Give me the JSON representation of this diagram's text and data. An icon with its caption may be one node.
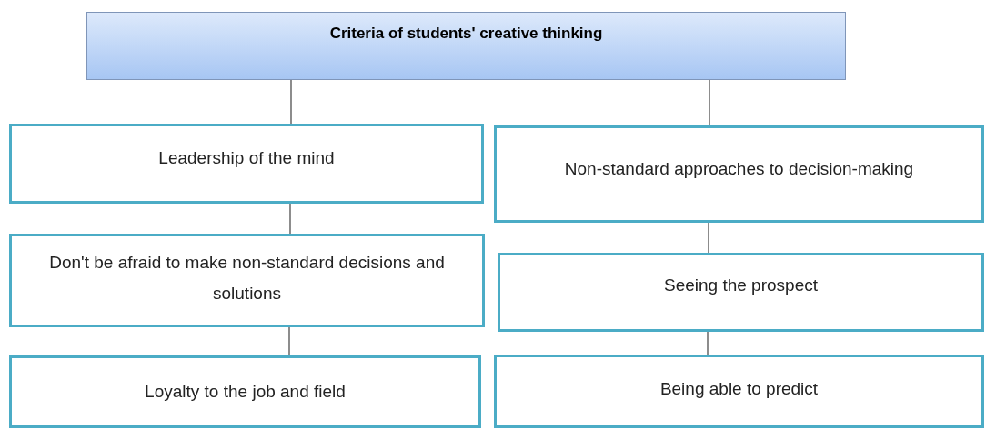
{
  "diagram": {
    "nodes": [
      {
        "text": [
          "Criteria of students' creative thinking"
        ]
      },
      {
        "text": [
          "Leadership of the mind"
        ]
      },
      {
        "text": [
          "Don't be afraid to make non-standard decisions and solutions"
        ]
      },
      {
        "text": [
          "Loyalty to the job and field"
        ]
      },
      {
        "text": [
          "Non-standard approaches to decision-making"
        ]
      },
      {
        "text": [
          "Seeing the prospect"
        ]
      },
      {
        "text": [
          "Being able to predict"
        ]
      }
    ],
    "edges": [
      {
        "from": 0,
        "to": 1,
        "arrow": "none"
      },
      {
        "from": 0,
        "to": 4,
        "arrow": "none"
      },
      {
        "from": 1,
        "to": 2,
        "arrow": "none"
      },
      {
        "from": 2,
        "to": 3,
        "arrow": "none"
      },
      {
        "from": 4,
        "to": 5,
        "arrow": "none"
      },
      {
        "from": 5,
        "to": 6,
        "arrow": "none"
      }
    ]
  }
}
